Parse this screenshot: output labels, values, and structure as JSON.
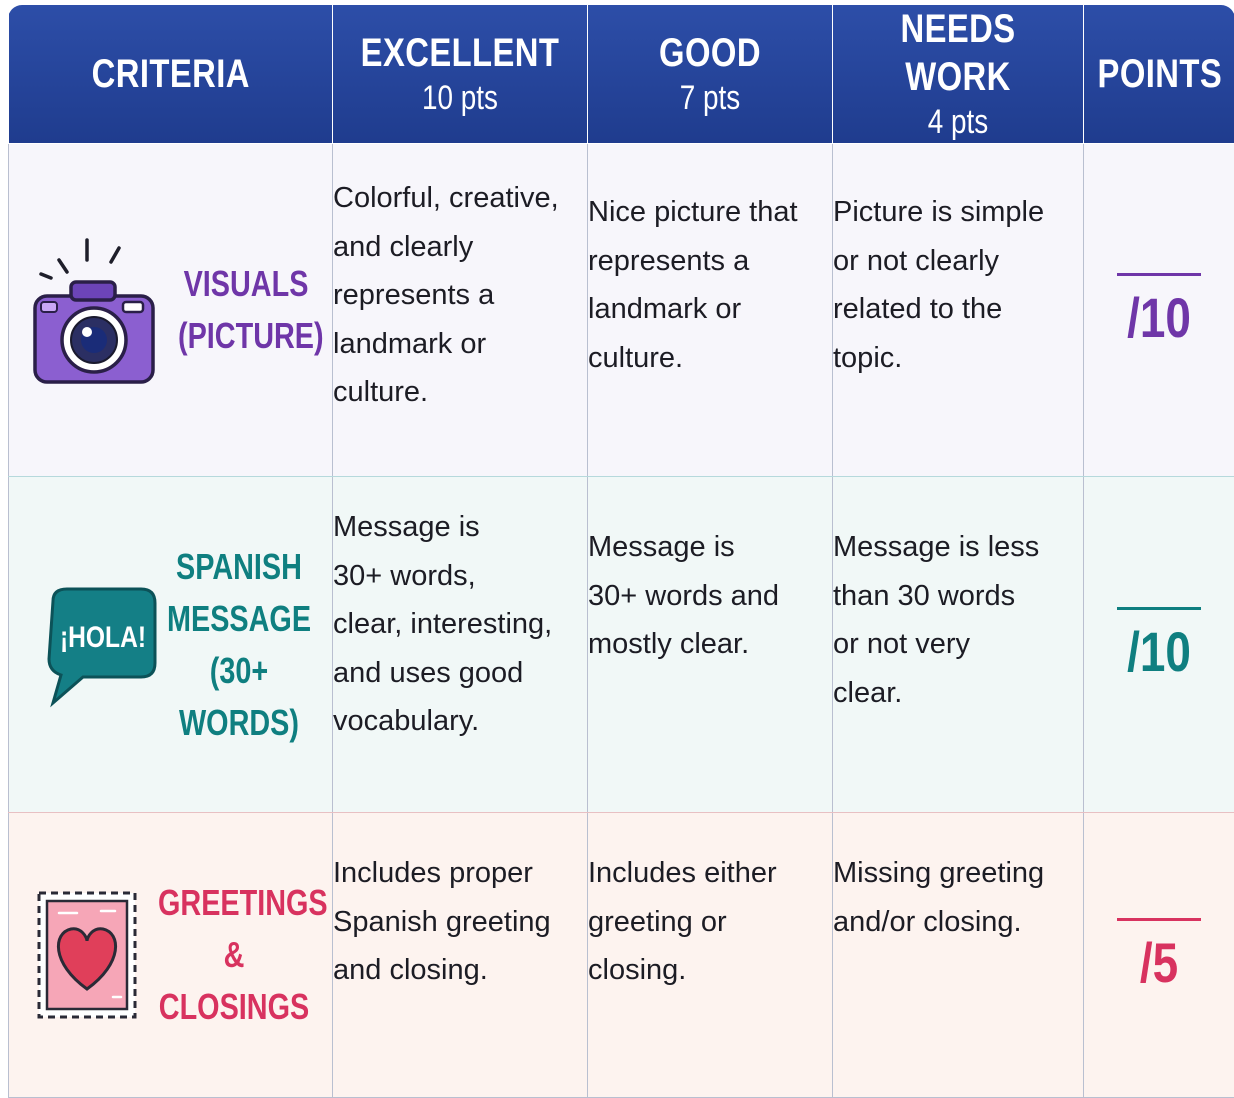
{
  "colors": {
    "header_bg": "#1f3c8e",
    "header_text": "#ffffff",
    "visuals_accent": "#6f36a8",
    "spanish_accent": "#0f7f80",
    "greetings_accent": "#d8325f"
  },
  "header": {
    "criteria": "CRITERIA",
    "excellent": {
      "title": "EXCELLENT",
      "points": "10 pts"
    },
    "good": {
      "title": "GOOD",
      "points": "7 pts"
    },
    "needs_work": {
      "title": "NEEDS WORK",
      "points": "4 pts"
    },
    "points": "POINTS"
  },
  "rows": [
    {
      "icon": "camera-icon",
      "label_lines": [
        "VISUALS",
        "(PICTURE)"
      ],
      "excellent": [
        "Colorful, creative,",
        "and clearly",
        "represents a",
        "landmark or",
        "culture."
      ],
      "good": [
        "Nice picture that",
        "represents a",
        "landmark or",
        "culture."
      ],
      "needs_work": [
        "Picture is simple",
        "or not clearly",
        "related to the",
        "topic."
      ],
      "points": "/10"
    },
    {
      "icon": "speech-bubble-icon",
      "icon_text": "¡HOLA!",
      "label_lines": [
        "SPANISH",
        "MESSAGE",
        "(30+ WORDS)"
      ],
      "excellent": [
        "Message is",
        "30+ words,",
        "clear, interesting,",
        "and uses good",
        "vocabulary."
      ],
      "good": [
        "Message is",
        "30+ words and",
        "mostly clear."
      ],
      "needs_work": [
        "Message is less",
        "than 30 words",
        "or not very",
        "clear."
      ],
      "points": "/10"
    },
    {
      "icon": "heart-stamp-icon",
      "label_lines": [
        "GREETINGS",
        "& CLOSINGS"
      ],
      "excellent": [
        "Includes proper",
        "Spanish greeting",
        "and closing."
      ],
      "good": [
        "Includes either",
        "greeting or",
        "closing."
      ],
      "needs_work": [
        "Missing greeting",
        "and/or closing."
      ],
      "points": "/5"
    }
  ]
}
